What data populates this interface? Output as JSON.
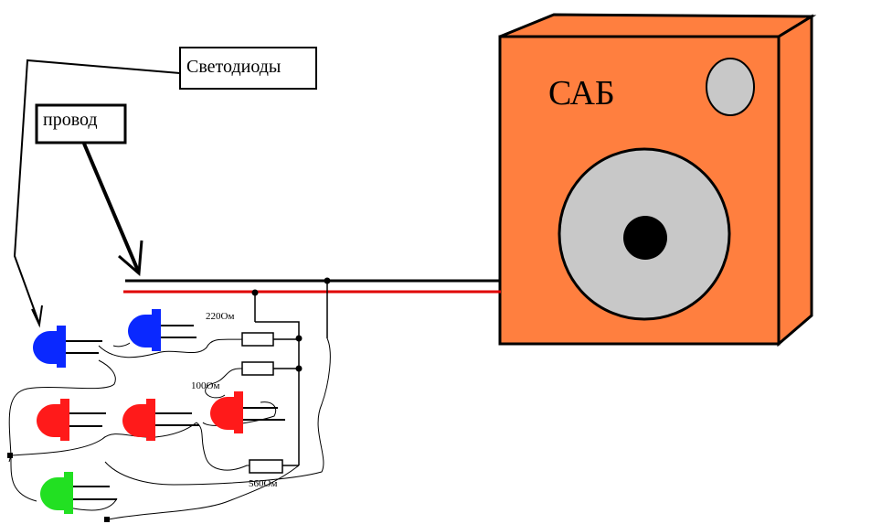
{
  "labels": {
    "leds": "Светодиоды",
    "wire": "провод",
    "sub": "САБ"
  },
  "resistors": {
    "r1": "220Ом",
    "r2": "100Ом",
    "r3": "560Ом"
  },
  "colors": {
    "speaker_body": "#ff7f3f",
    "speaker_cone": "#c8c8c8",
    "wire_black": "#000000",
    "wire_red": "#e00000",
    "led_blue": "#0a28ff",
    "led_red": "#ff1a1a",
    "led_green": "#22e022"
  }
}
